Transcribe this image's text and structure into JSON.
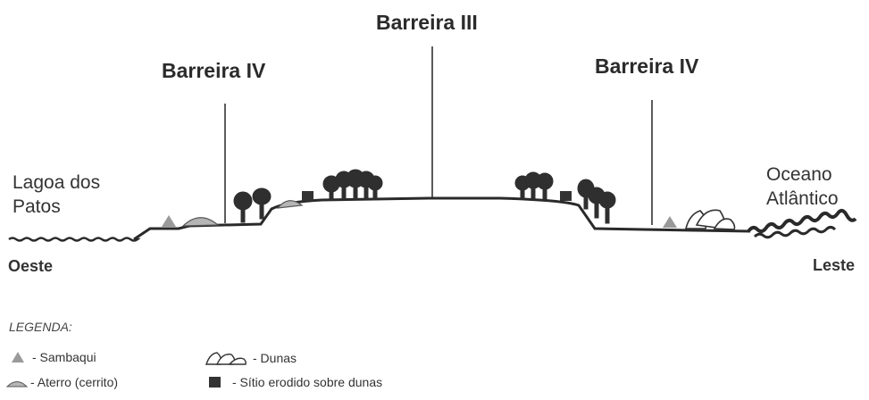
{
  "barriers": {
    "left": "Barreira IV",
    "center": "Barreira III",
    "right": "Barreira IV"
  },
  "places": {
    "lagoon": [
      "Lagoa dos",
      "Patos"
    ],
    "ocean": [
      "Oceano",
      "Atlântico"
    ]
  },
  "directions": {
    "west": "Oeste",
    "east": "Leste"
  },
  "legend": {
    "title": "LEGENDA:",
    "items": {
      "sambaqui": "- Sambaqui",
      "aterro": "- Aterro (cerrito)",
      "dunas": "- Dunas",
      "sitio": "- Sítio erodido sobre dunas"
    }
  },
  "colors": {
    "ground": "#2a2a2a",
    "sambaqui": "#9a9a9a",
    "aterro": "#b0b0b0",
    "site": "#333333"
  }
}
